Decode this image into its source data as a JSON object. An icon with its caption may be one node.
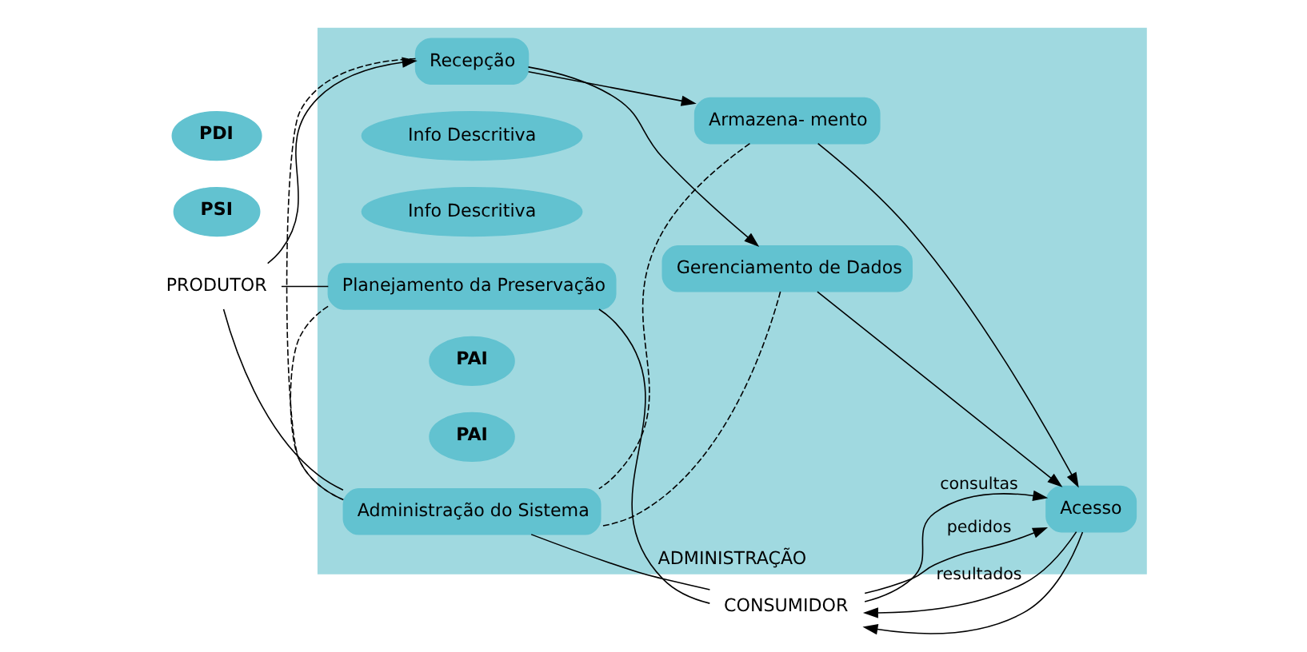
{
  "diagram": {
    "nodes": [
      {
        "text": [
          "ADMINISTRAÇÃO"
        ]
      },
      {
        "text": [
          "Planejamento da Preservação"
        ],
        "in": 0
      },
      {
        "text": [
          "Info Descritiva"
        ],
        "in": 0
      },
      {
        "text": [
          "Gerenciamento de Dados"
        ],
        "in": 0
      },
      {
        "text": [
          "Info Descritiva"
        ],
        "in": 0
      },
      {
        "text": [
          "Recepção"
        ],
        "in": 0
      },
      {
        "text": [
          "PSI"
        ]
      },
      {
        "text": [
          "PAI"
        ],
        "in": 0
      },
      {
        "text": [
          "Armazena- mento"
        ],
        "in": 0
      },
      {
        "text": [
          "PAI"
        ],
        "in": 0
      },
      {
        "text": [
          "Acesso"
        ],
        "in": 0
      },
      {
        "text": [
          "PDI"
        ]
      },
      {
        "text": [
          "Administração do Sistema"
        ],
        "in": 0
      },
      {
        "text": [
          "PRODUTOR"
        ]
      },
      {
        "text": [
          "CONSUMIDOR"
        ]
      }
    ],
    "edges": [
      {
        "from": 13,
        "to": 1,
        "arrow": "none"
      },
      {
        "from": 13,
        "to": 5,
        "arrow": "to"
      },
      {
        "from": 13,
        "to": 12,
        "arrow": "none"
      },
      {
        "from": 5,
        "to": 3,
        "arrow": "to"
      },
      {
        "from": 5,
        "to": 8,
        "arrow": "to"
      },
      {
        "from": 3,
        "to": 10,
        "arrow": "to"
      },
      {
        "from": 8,
        "to": 10,
        "arrow": "to"
      },
      {
        "from": 1,
        "to": 14,
        "arrow": "none"
      },
      {
        "from": 14,
        "to": 10,
        "arrow": "to",
        "label": "consultas"
      },
      {
        "from": 10,
        "to": 14,
        "arrow": "to",
        "label": "resultados"
      },
      {
        "from": 14,
        "to": 10,
        "arrow": "to",
        "label": "pedidos"
      },
      {
        "from": 10,
        "to": 14,
        "arrow": "to"
      },
      {
        "from": 12,
        "to": 14,
        "arrow": "none"
      },
      {
        "from": 5,
        "to": 12,
        "arrow": "none",
        "style": "dashed"
      },
      {
        "from": 1,
        "to": 12,
        "arrow": "none",
        "style": "dashed"
      },
      {
        "from": 8,
        "to": 12,
        "arrow": "none",
        "style": "dashed"
      },
      {
        "from": 3,
        "to": 12,
        "arrow": "none",
        "style": "dashed"
      }
    ]
  }
}
